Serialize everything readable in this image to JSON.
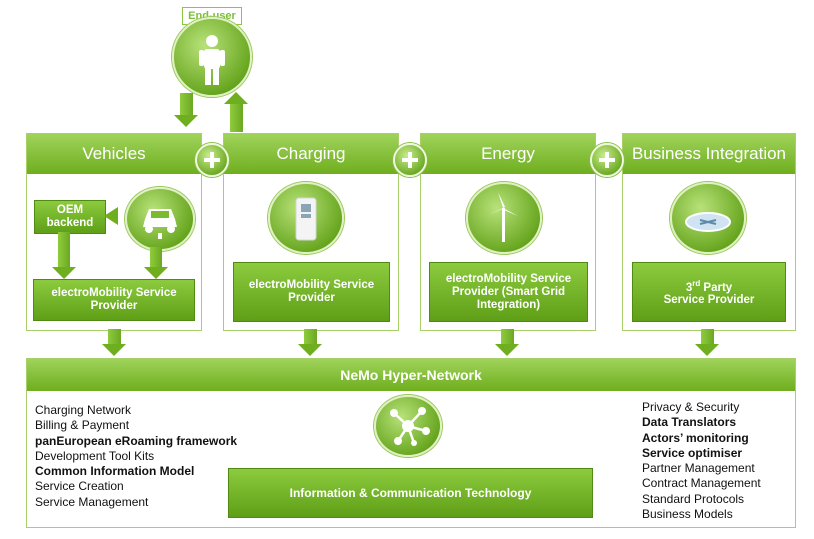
{
  "end_user": {
    "label": "End-user"
  },
  "columns": {
    "vehicles": {
      "title": "Vehicles",
      "oem": "OEM backend",
      "box": "electroMobility Service Provider"
    },
    "charging": {
      "title": "Charging",
      "box": "electroMobility Service Provider"
    },
    "energy": {
      "title": "Energy",
      "box": "electroMobility Service Provider (Smart Grid Integration)"
    },
    "business": {
      "title": "Business Integration",
      "box_sup": "rd",
      "box_prefix": "3",
      "box_rest1": " Party",
      "box_line2": "Service Provider"
    }
  },
  "network": {
    "title": "NeMo Hyper-Network",
    "ict": "Information & Communication Technology",
    "left_items": [
      {
        "text": "Charging Network",
        "bold": false
      },
      {
        "text": "Billing & Payment",
        "bold": false
      },
      {
        "text": "panEuropean eRoaming framework",
        "bold": true
      },
      {
        "text": "Development Tool Kits",
        "bold": false
      },
      {
        "text": "Common Information Model",
        "bold": true
      },
      {
        "text": "Service Creation",
        "bold": false
      },
      {
        "text": "Service Management",
        "bold": false
      }
    ],
    "right_items": [
      {
        "text": "Privacy & Security",
        "bold": false
      },
      {
        "text": "Data Translators",
        "bold": true
      },
      {
        "text": "Actors’ monitoring",
        "bold": true
      },
      {
        "text": "Service optimiser",
        "bold": true
      },
      {
        "text": "Partner Management",
        "bold": false
      },
      {
        "text": "Contract Management",
        "bold": false
      },
      {
        "text": "Standard Protocols",
        "bold": false
      },
      {
        "text": "Business Models",
        "bold": false
      }
    ]
  }
}
